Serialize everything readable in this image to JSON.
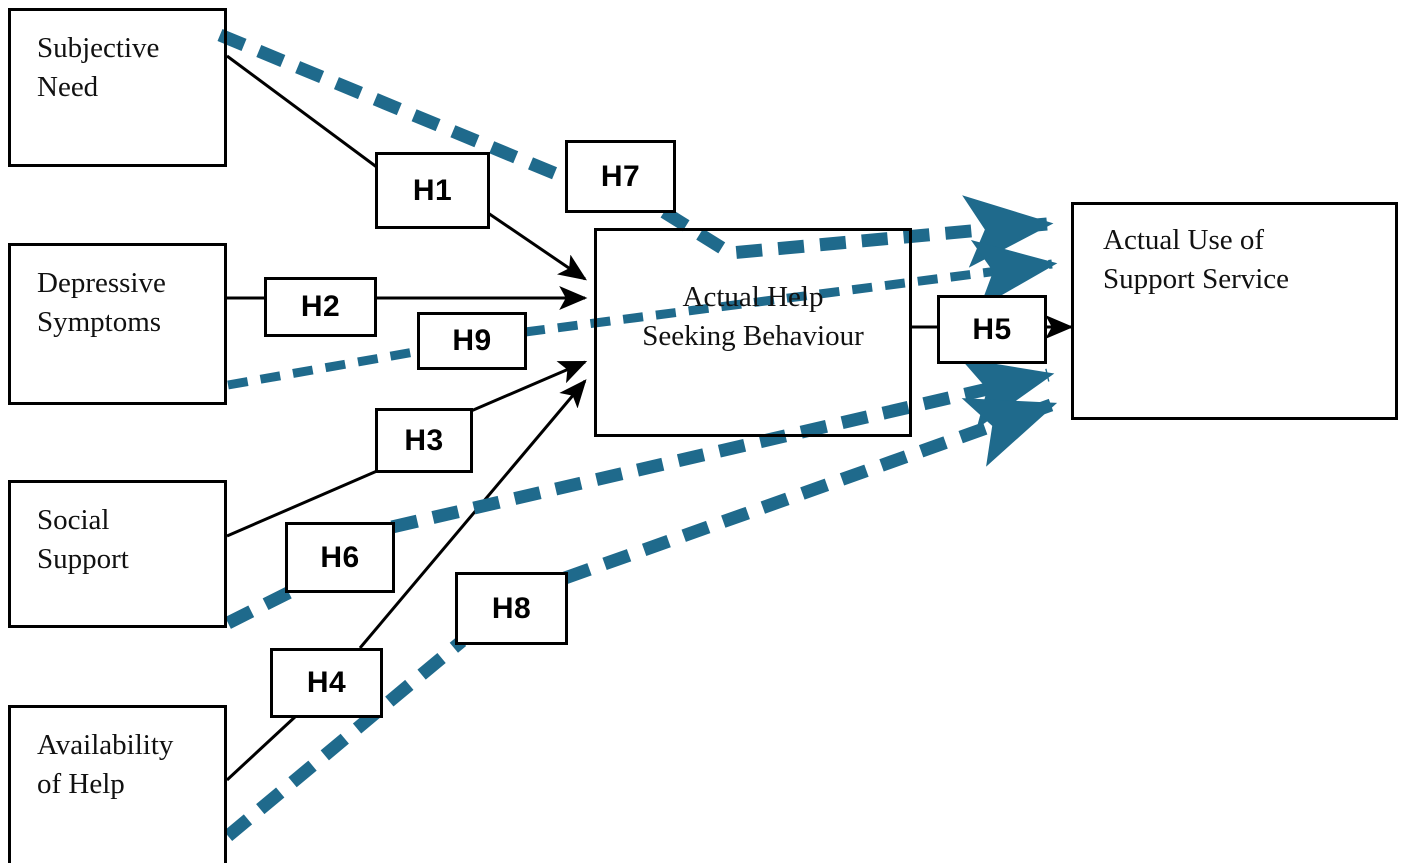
{
  "diagram": {
    "title": "Help Seeking Behaviour Hypothesis Model",
    "colors": {
      "solid_line": "#000000",
      "dashed_line": "#1F6A8C",
      "box_border": "#000000",
      "background": "#FFFFFF"
    },
    "constructs": [
      {
        "id": "subjective-need",
        "label": "Subjective\nNeed"
      },
      {
        "id": "depressive-symptoms",
        "label": "Depressive\nSymptoms"
      },
      {
        "id": "social-support",
        "label": "Social\nSupport"
      },
      {
        "id": "availability-of-help",
        "label": "Availability\nof Help"
      },
      {
        "id": "actual-help-seeking",
        "label": "Actual Help\nSeeking Behaviour"
      },
      {
        "id": "actual-use-support",
        "label": "Actual Use of\nSupport Service"
      }
    ],
    "hypotheses": [
      {
        "id": "H1",
        "label": "H1",
        "from": "Subjective Need",
        "to": "Actual Help Seeking Behaviour",
        "style": "solid"
      },
      {
        "id": "H2",
        "label": "H2",
        "from": "Depressive Symptoms",
        "to": "Actual Help Seeking Behaviour",
        "style": "solid"
      },
      {
        "id": "H3",
        "label": "H3",
        "from": "Social Support",
        "to": "Actual Help Seeking Behaviour",
        "style": "solid"
      },
      {
        "id": "H4",
        "label": "H4",
        "from": "Availability of Help",
        "to": "Actual Help Seeking Behaviour",
        "style": "solid"
      },
      {
        "id": "H5",
        "label": "H5",
        "from": "Actual Help Seeking Behaviour",
        "to": "Actual Use of Support Service",
        "style": "solid"
      },
      {
        "id": "H6",
        "label": "H6",
        "from": "Social Support",
        "to": "Actual Use of Support Service",
        "style": "dashed"
      },
      {
        "id": "H7",
        "label": "H7",
        "from": "Subjective Need",
        "to": "Actual Use of Support Service",
        "style": "dashed"
      },
      {
        "id": "H8",
        "label": "H8",
        "from": "Availability of Help",
        "to": "Actual Use of Support Service",
        "style": "dashed"
      },
      {
        "id": "H9",
        "label": "H9",
        "from": "Depressive Symptoms",
        "to": "Actual Use of Support Service",
        "style": "dashed"
      }
    ]
  }
}
